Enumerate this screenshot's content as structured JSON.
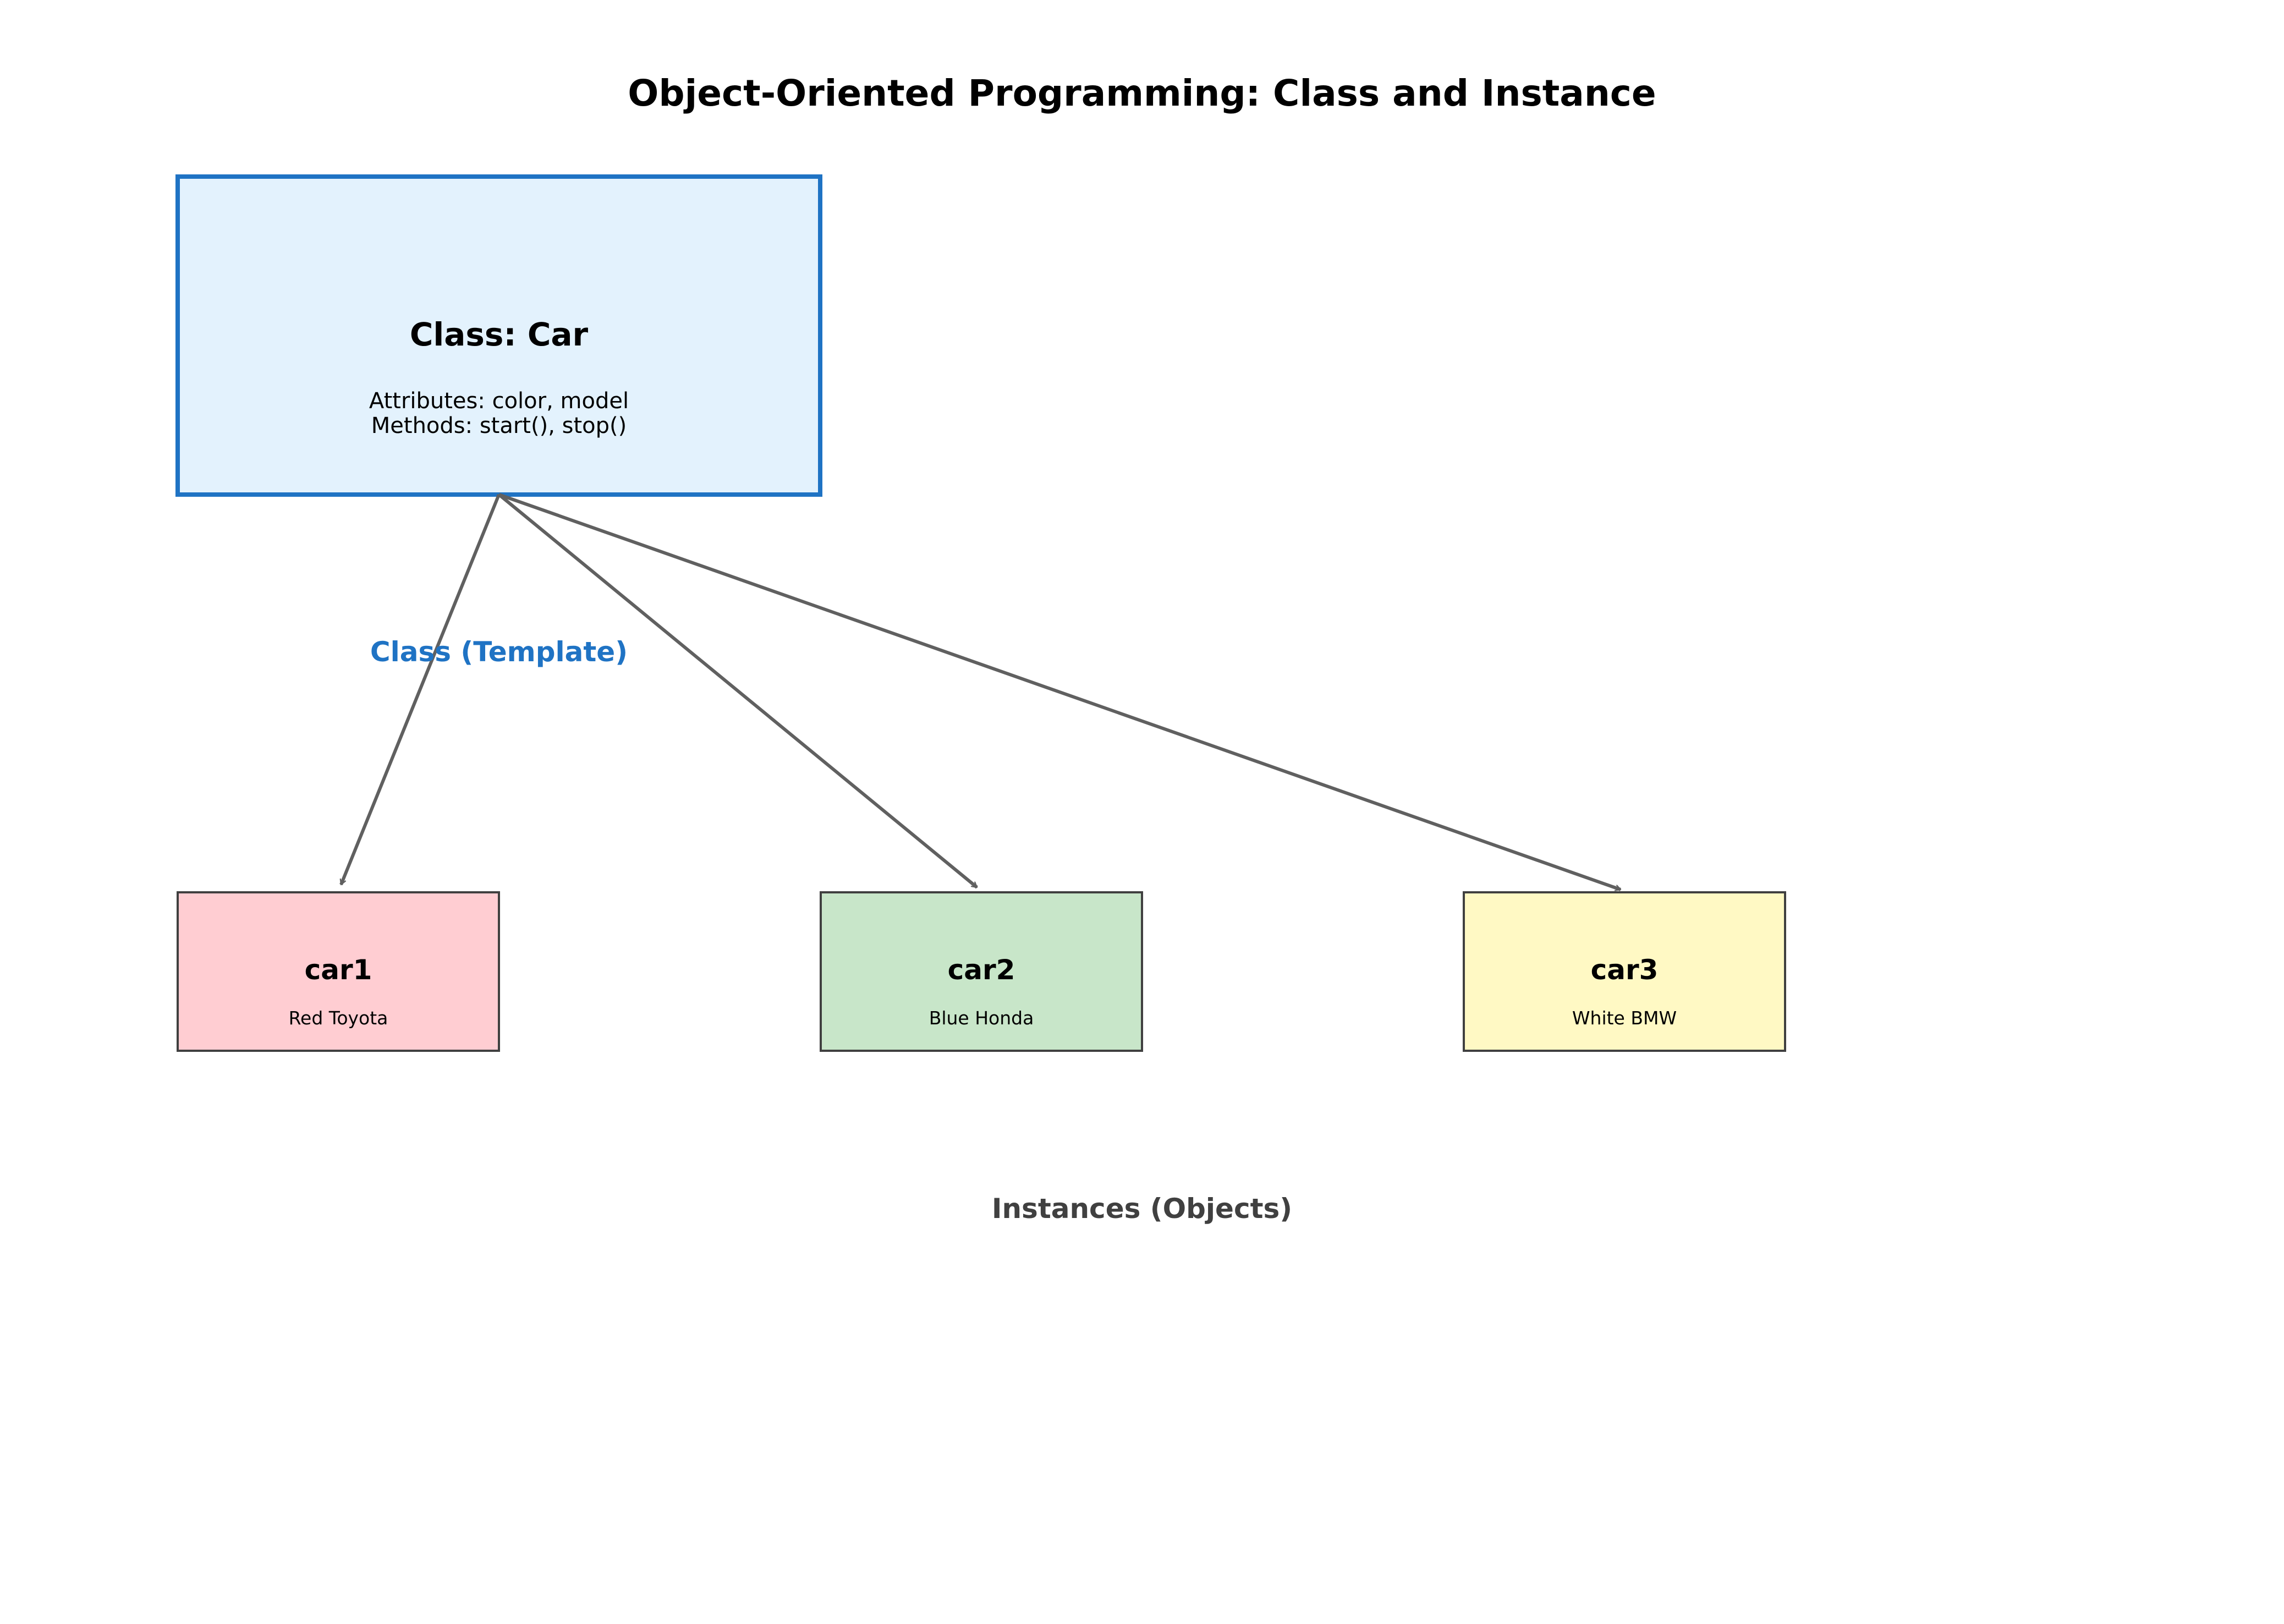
{
  "title": "Object-Oriented Programming: Class and Instance",
  "class_box": {
    "name": "Class: Car",
    "attributes": "Attributes: color, model",
    "methods": "Methods: start(), stop()",
    "fill": "#e3f2fd",
    "border": "#1f73c4"
  },
  "class_label": {
    "text": "Class (Template)",
    "color": "#1f73c4"
  },
  "instances": [
    {
      "name": "car1",
      "description": "Red Toyota",
      "fill": "#ffcdd2"
    },
    {
      "name": "car2",
      "description": "Blue Honda",
      "fill": "#c8e6c9"
    },
    {
      "name": "car3",
      "description": "White BMW",
      "fill": "#fff9c4"
    }
  ],
  "instances_label": {
    "text": "Instances (Objects)",
    "color": "#404040"
  },
  "colors": {
    "arrow": "#606060",
    "instance_border": "#404040"
  }
}
